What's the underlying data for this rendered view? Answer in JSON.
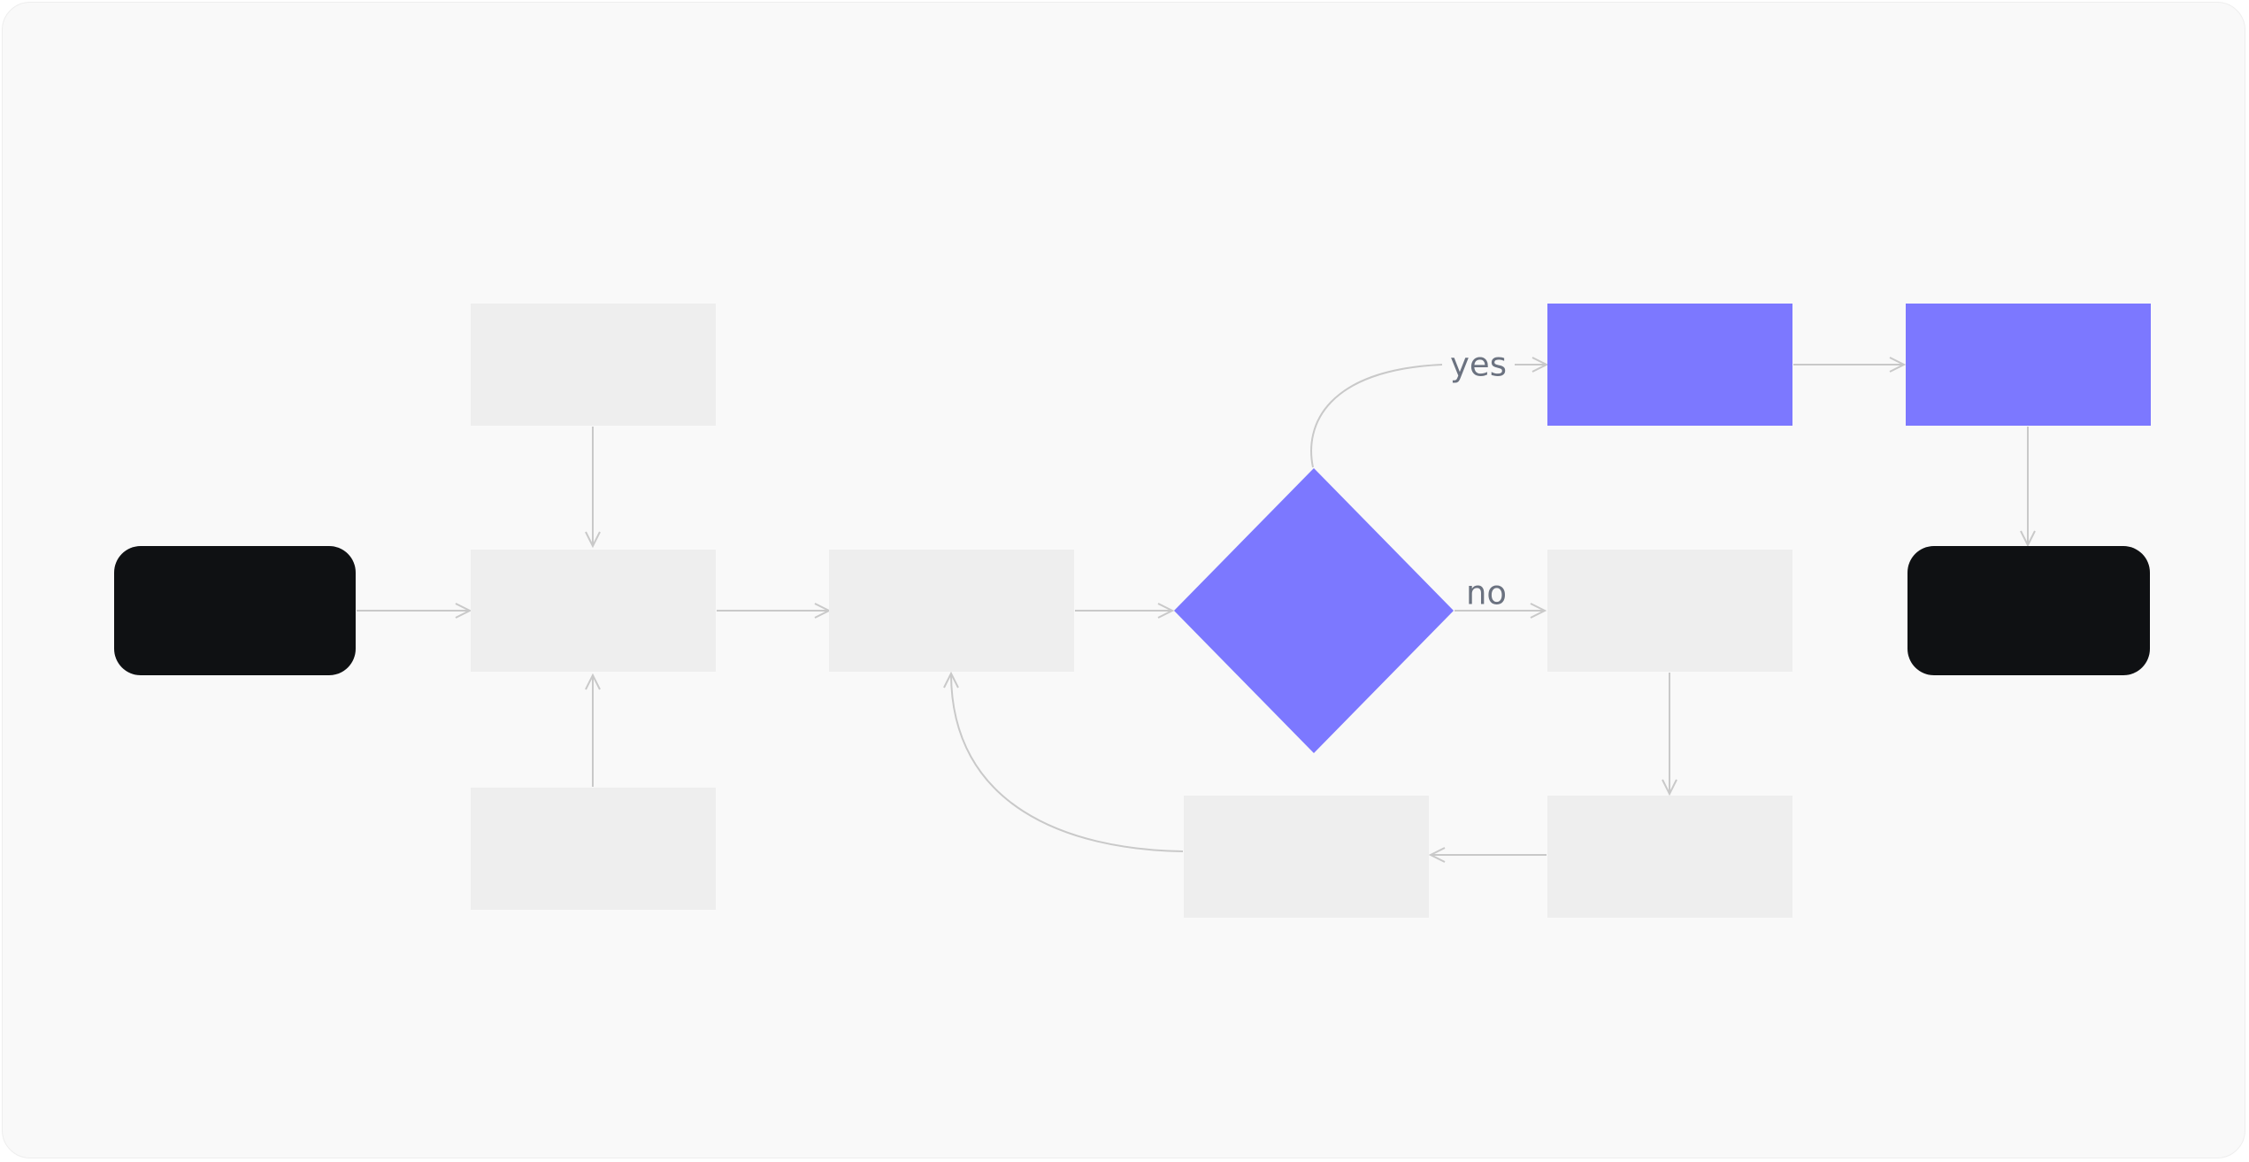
{
  "colors": {
    "canvas": "#f9f9f9",
    "terminal": "#0f1113",
    "process": "#eeeeee",
    "accent": "#7c78ff",
    "connector": "#c9c9c9",
    "label": "#6b7280"
  },
  "nodes": [
    {
      "id": "start",
      "shape": "terminal",
      "label": ""
    },
    {
      "id": "input-top",
      "shape": "process",
      "label": ""
    },
    {
      "id": "merge",
      "shape": "process",
      "label": ""
    },
    {
      "id": "input-bottom",
      "shape": "process",
      "label": ""
    },
    {
      "id": "step-2",
      "shape": "process",
      "label": ""
    },
    {
      "id": "decision",
      "shape": "decision",
      "label": ""
    },
    {
      "id": "yes-step-1",
      "shape": "accent",
      "label": ""
    },
    {
      "id": "yes-step-2",
      "shape": "accent",
      "label": ""
    },
    {
      "id": "end",
      "shape": "terminal",
      "label": ""
    },
    {
      "id": "no-step-1",
      "shape": "process",
      "label": ""
    },
    {
      "id": "no-step-2",
      "shape": "process",
      "label": ""
    },
    {
      "id": "loop-back",
      "shape": "process",
      "label": ""
    }
  ],
  "edges": [
    {
      "from": "start",
      "to": "merge",
      "label": ""
    },
    {
      "from": "input-top",
      "to": "merge",
      "label": ""
    },
    {
      "from": "input-bottom",
      "to": "merge",
      "label": ""
    },
    {
      "from": "merge",
      "to": "step-2",
      "label": ""
    },
    {
      "from": "step-2",
      "to": "decision",
      "label": ""
    },
    {
      "from": "decision",
      "to": "yes-step-1",
      "label": "yes"
    },
    {
      "from": "decision",
      "to": "no-step-1",
      "label": "no"
    },
    {
      "from": "yes-step-1",
      "to": "yes-step-2",
      "label": ""
    },
    {
      "from": "yes-step-2",
      "to": "end",
      "label": ""
    },
    {
      "from": "no-step-1",
      "to": "no-step-2",
      "label": ""
    },
    {
      "from": "no-step-2",
      "to": "loop-back",
      "label": ""
    },
    {
      "from": "loop-back",
      "to": "step-2",
      "label": ""
    }
  ]
}
